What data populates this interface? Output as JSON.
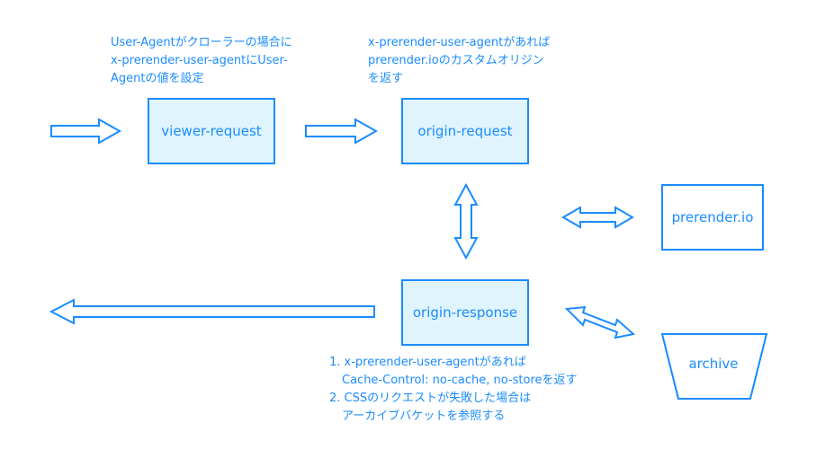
{
  "boxes": {
    "viewer_request": "viewer-request",
    "origin_request": "origin-request",
    "origin_response": "origin-response",
    "prerender": "prerender.io",
    "archive": "archive"
  },
  "notes": {
    "viewer_request": [
      "User-Agentがクローラーの場合に",
      "x-prerender-user-agentにUser-",
      "Agentの値を設定"
    ],
    "origin_request": [
      "x-prerender-user-agentがあれば",
      "prerender.ioのカスタムオリジン",
      "を返す"
    ],
    "origin_response": [
      "1. x-prerender-user-agentがあれば",
      "Cache-Control: no-cache, no-storeを返す",
      "2. CSSのリクエストが失敗した場合は",
      "アーカイブバケットを参照する"
    ]
  },
  "colors": {
    "stroke": "#1a8cff",
    "lambda_fill": "#dff4fc",
    "background": "#ffffff"
  }
}
